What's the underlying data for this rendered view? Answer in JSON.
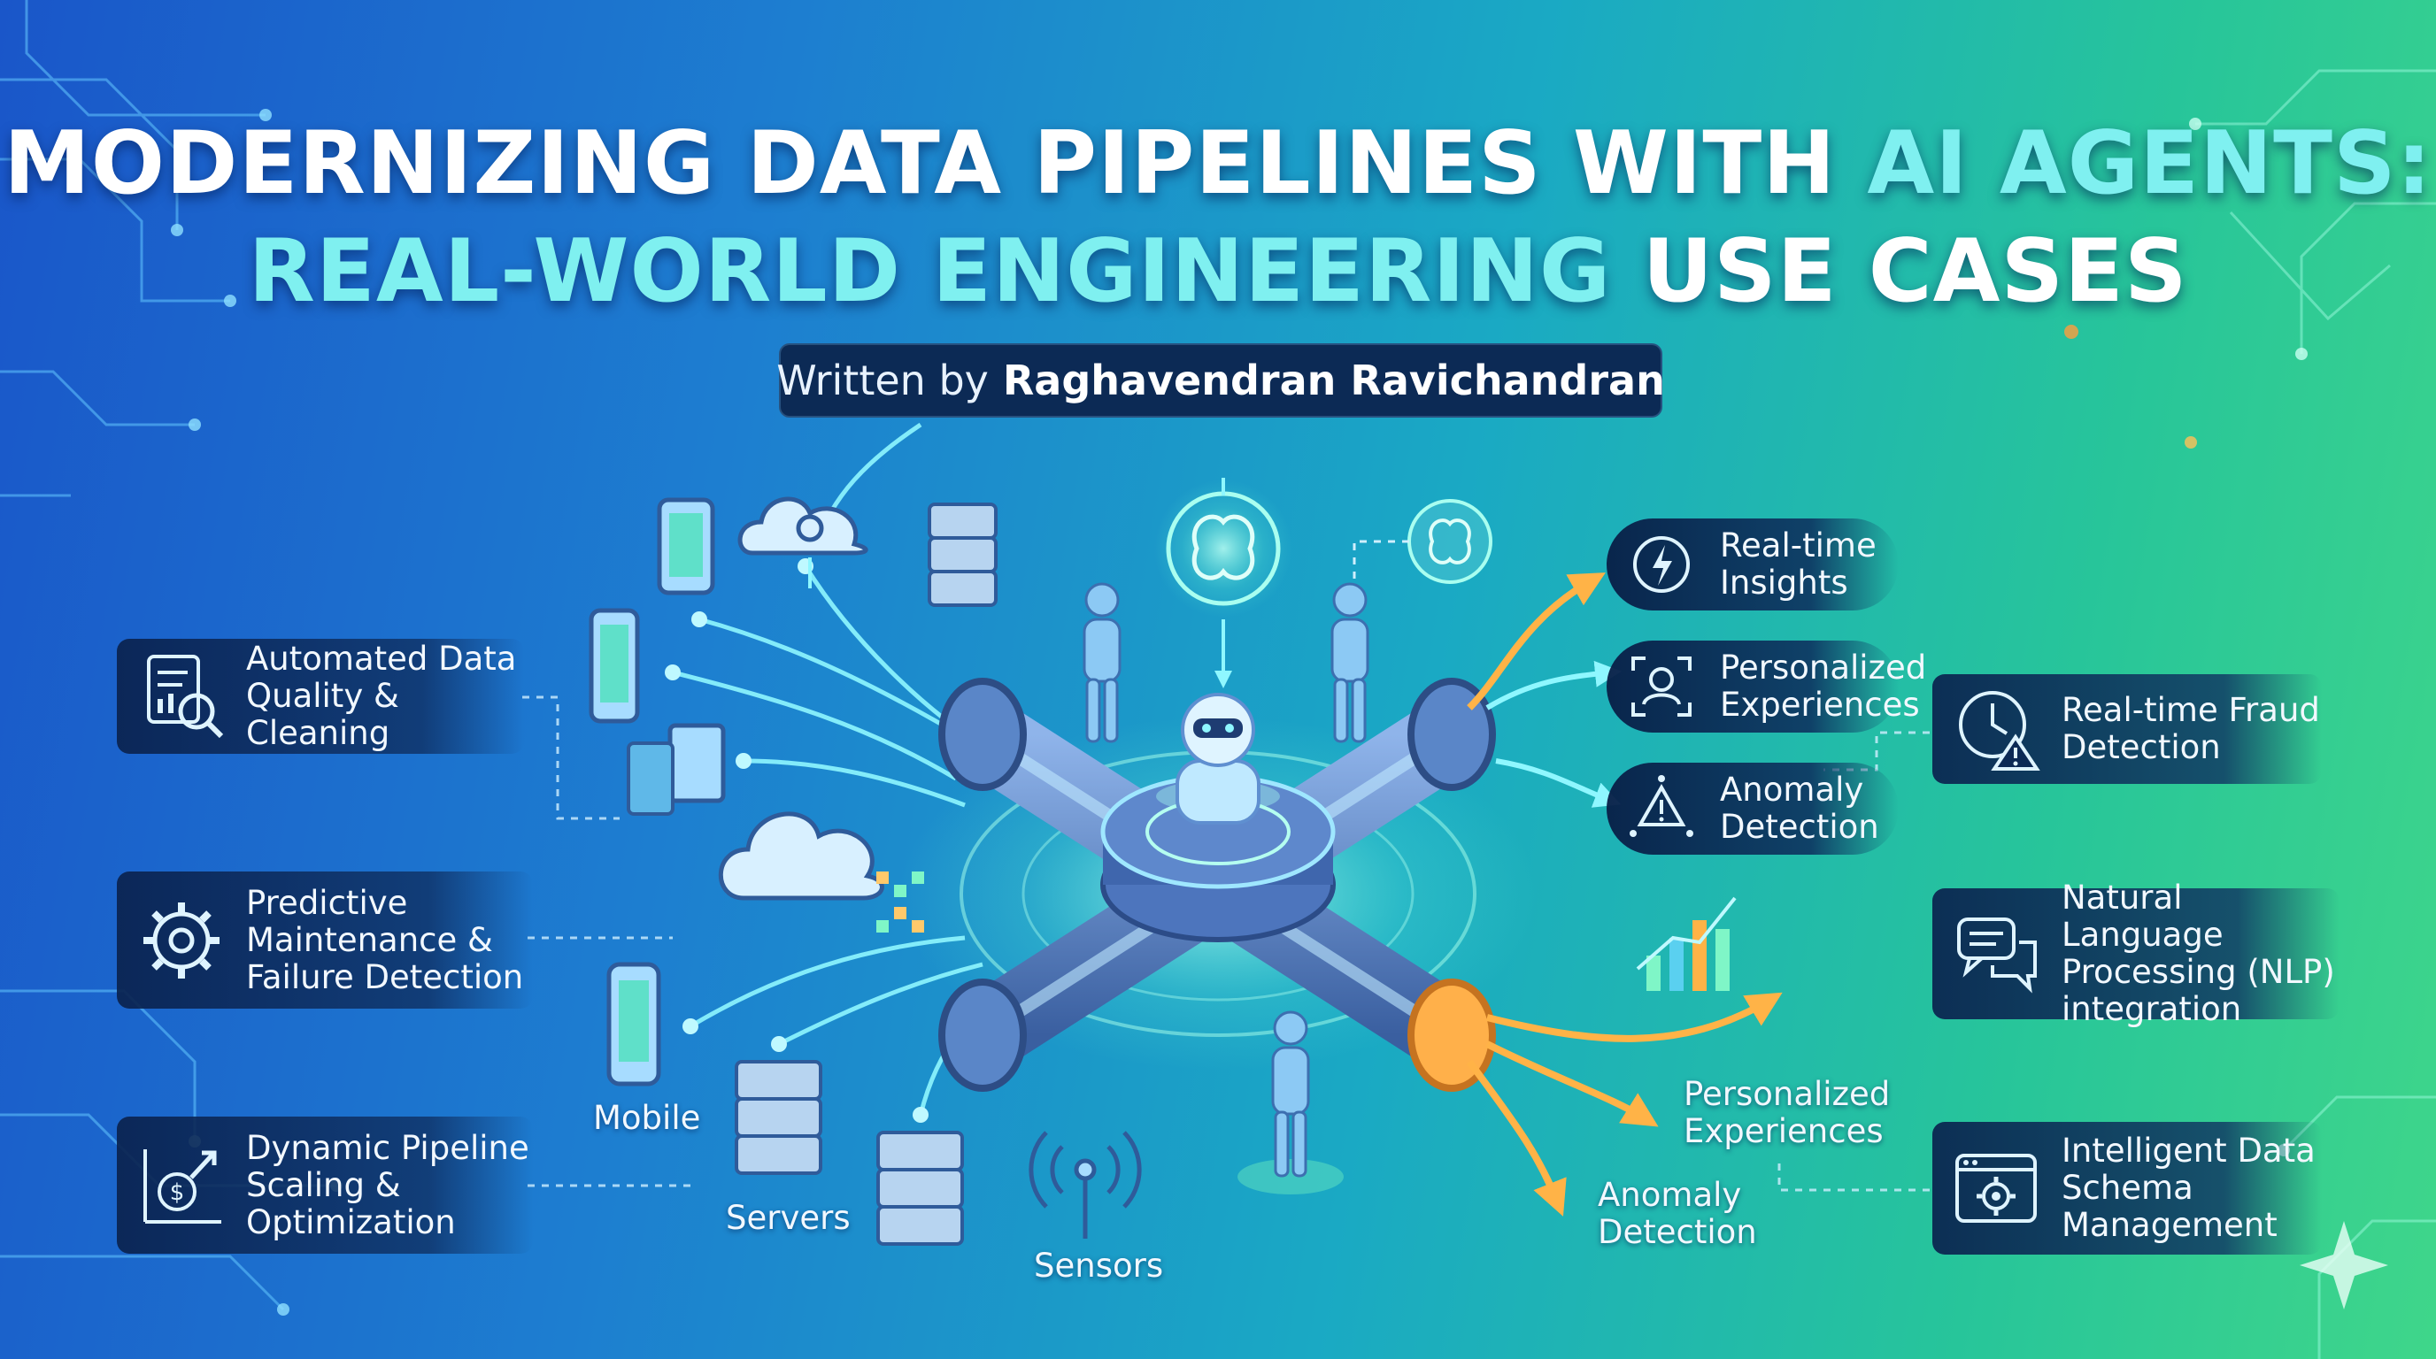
{
  "title": {
    "line1_part1": "MODERNIZING DATA PIPELINES WITH",
    "line1_accent": "AI AGENTS:",
    "line2_accent": "REAL-WORLD ENGINEERING",
    "line2_part2": "USE CASES"
  },
  "byline": {
    "prefix": "Written by",
    "author": "Raghavendran Ravichandran"
  },
  "left_cards": [
    {
      "label": "Automated Data\nQuality & Cleaning",
      "icon": "document-magnifier-icon"
    },
    {
      "label": "Predictive\nMaintenance &\nFailure Detection",
      "icon": "gear-wrench-icon"
    },
    {
      "label": "Dynamic Pipeline\nScaling &\nOptimization",
      "icon": "dollar-growth-icon"
    }
  ],
  "source_labels": {
    "mobile": "Mobile",
    "servers": "Servers",
    "sensors": "Sensors"
  },
  "output_pills": [
    {
      "label": "Real-time\nInsights",
      "icon": "lightning-gauge-icon"
    },
    {
      "label": "Personalized\nExperiences",
      "icon": "user-focus-icon"
    },
    {
      "label": "Anomaly\nDetection",
      "icon": "network-alert-icon"
    }
  ],
  "right_cards": [
    {
      "label": "Real-time Fraud\nDetection",
      "icon": "clock-alert-icon"
    },
    {
      "label": "Natural Language\nProcessing (NLP)\nintegration",
      "icon": "chat-bubbles-icon"
    },
    {
      "label": "Intelligent Data\nSchema\nManagement",
      "icon": "browser-gear-icon"
    }
  ],
  "output_labels": {
    "personalized": "Personalized\nExperiences",
    "anomaly": "Anomaly\nDetection"
  },
  "colors": {
    "bg_left": "#1a56c9",
    "bg_right": "#3fd68a",
    "accent_text": "#7ff0f0",
    "card_bg": "#0c2a55",
    "flow_cyan": "#7ff6ff",
    "flow_orange": "#ffb347"
  }
}
